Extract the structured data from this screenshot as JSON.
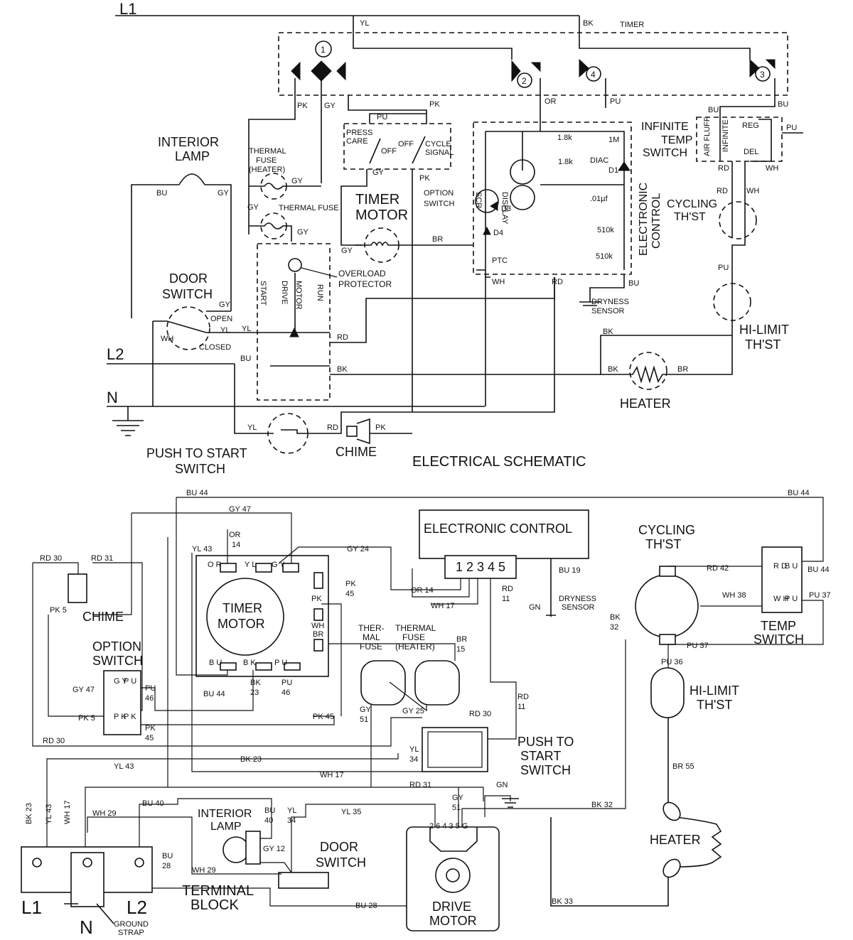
{
  "schematic": {
    "title": "ELECTRICAL SCHEMATIC",
    "lines": {
      "l1": "L1",
      "l2": "L2",
      "n": "N"
    },
    "timer": {
      "label": "TIMER",
      "contacts": [
        "1",
        "2",
        "4",
        "3"
      ]
    },
    "wire_labels": {
      "yl_top": "YL",
      "bk_top": "BK",
      "pk1": "PK",
      "gy1": "GY",
      "pk2": "PK",
      "or": "OR",
      "pu_t": "PU",
      "bu_t": "BU",
      "pu_opt": "PU",
      "gy_opt": "GY",
      "pk_opt": "PK",
      "gy_fuse": "GY",
      "gy_fuse2": "GY",
      "gy_lamp": "GY",
      "bu_lamp": "BU",
      "gy_tf": "GY",
      "gy_mot": "GY",
      "br_mot": "BR",
      "gy_door": "GY",
      "wh_door": "WH",
      "yl_door": "YL",
      "yl_start": "YL",
      "bu_l2": "BU",
      "rd_run": "RD",
      "bk_run": "BK",
      "yl_push": "YL",
      "rd_push": "RD",
      "pk_chime": "PK",
      "wh_ec": "WH",
      "rd_ec": "RD",
      "bu_ec": "BU",
      "bu_inf": "BU",
      "pu_inf": "PU",
      "rd_inf": "RD",
      "wh_inf": "WH",
      "rd_cyc": "RD",
      "wh_cyc": "WH",
      "pu_hl": "PU",
      "bk_h": "BK",
      "bk_h2": "BK",
      "br_h": "BR"
    },
    "option_switch": {
      "label1": "OPTION",
      "label2": "SWITCH",
      "press_care": "PRESS",
      "care": "CARE",
      "off1": "OFF",
      "off2": "OFF",
      "cycle": "CYCLE",
      "signal": "SIGNAL"
    },
    "interior_lamp": {
      "label1": "INTERIOR",
      "label2": "LAMP"
    },
    "thermal_fuse_heater": {
      "l1": "THERMAL",
      "l2": "FUSE",
      "l3": "(HEATER)"
    },
    "thermal_fuse": "THERMAL FUSE",
    "timer_motor": {
      "l1": "TIMER",
      "l2": "MOTOR"
    },
    "door_switch": {
      "l1": "DOOR",
      "l2": "SWITCH",
      "open": "OPEN",
      "closed": "CLOSED"
    },
    "drive_motor_letters": {
      "start": "START",
      "drive": "DRIVE",
      "motor": "MOTOR",
      "run": "RUN"
    },
    "overload": {
      "l1": "OVERLOAD",
      "l2": "PROTECTOR"
    },
    "push_to_start": {
      "l1": "PUSH TO START",
      "l2": "SWITCH"
    },
    "chime": "CHIME",
    "electronic_control": {
      "label1": "ELECTRONIC",
      "label2": "CONTROL",
      "scr": "SCR",
      "display": "DISPLAY",
      "d1": "D1",
      "d3": "D3",
      "d4": "D4",
      "diac": "DIAC",
      "r1": "1.8k",
      "r2": "1.8k",
      "r3": "1M",
      "cap": ".01µf",
      "r4": "510k",
      "r5": "510k",
      "ptc": "PTC"
    },
    "dryness_sensor": {
      "l1": "DRYNESS",
      "l2": "SENSOR"
    },
    "infinite_temp_switch": {
      "l1": "INFINITE",
      "l2": "TEMP",
      "l3": "SWITCH",
      "air_fluff": "AIR FLUFF",
      "infinite": "INFINITE",
      "reg": "REG",
      "del": "DEL"
    },
    "cycling_thst": {
      "l1": "CYCLING",
      "l2": "TH'ST"
    },
    "hi_limit": {
      "l1": "HI-LIMIT",
      "l2": "TH'ST"
    },
    "heater": "HEATER"
  },
  "wiring": {
    "electronic_control": {
      "label": "ELECTRONIC CONTROL",
      "pins": "1 2 3 4 5"
    },
    "dryness_sensor": {
      "l1": "DRYNESS",
      "l2": "SENSOR",
      "gn": "GN",
      "bu19": "BU 19"
    },
    "cycling_thst": {
      "l1": "CYCLING",
      "l2": "TH'ST"
    },
    "temp_switch": {
      "l1": "TEMP",
      "l2": "SWITCH"
    },
    "hi_limit": {
      "l1": "HI-LIMIT",
      "l2": "TH'ST"
    },
    "heater": "HEATER",
    "chime": "CHIME",
    "option_switch": {
      "l1": "OPTION",
      "l2": "SWITCH"
    },
    "timer_motor": {
      "l1": "TIMER",
      "l2": "MOTOR"
    },
    "thermal_fuse": {
      "l1": "THER-",
      "l2": "MAL",
      "l3": "FUSE"
    },
    "thermal_fuse_heater": {
      "l1": "THERMAL",
      "l2": "FUSE",
      "l3": "(HEATER)"
    },
    "push_to_start": {
      "l1": "PUSH TO",
      "l2": "START",
      "l3": "SWITCH"
    },
    "interior_lamp": {
      "l1": "INTERIOR",
      "l2": "LAMP"
    },
    "door_switch": {
      "l1": "DOOR",
      "l2": "SWITCH"
    },
    "terminal_block": {
      "l1": "TERMINAL",
      "l2": "BLOCK",
      "t_l1": "L1",
      "t_n": "N",
      "t_l2": "L2",
      "ground": "GROUND",
      "strap": "STRAP"
    },
    "drive_motor": {
      "l1": "DRIVE",
      "l2": "MOTOR",
      "pins": "2 6  4 3   5 G"
    },
    "wire_labels": {
      "bu44a": "BU 44",
      "gy47a": "GY 47",
      "or14a": "OR",
      "or14b": "14",
      "yl43a": "YL 43",
      "gy24": "GY 24",
      "bu44b": "BU 44",
      "rd30a": "RD 30",
      "rd31a": "RD 31",
      "pk5a": "PK 5",
      "or14c": "OR 14",
      "wh17a": "WH 17",
      "rd11a": "RD",
      "rd11b": "11",
      "pk45a": "PK",
      "pk45b": "45",
      "br15a": "BR",
      "br15b": "15",
      "rd42": "RD 42",
      "wh38": "WH 38",
      "pu37a": "PU 37",
      "bu44c": "BU 44",
      "bk32a": "BK",
      "bk32b": "32",
      "pu37b": "PU 37",
      "pu36": "PU 36",
      "gy47b": "GY 47",
      "pu46a": "PU",
      "pu46b": "46",
      "bu44d": "BU 44",
      "bk23a": "BK",
      "bk23b": "23",
      "pu46c": "PU",
      "pu46d": "46",
      "pk5b": "PK 5",
      "pk45c": "PK",
      "pk45d": "45",
      "pk45e": "PK 45",
      "gy51a": "GY",
      "gy51b": "51",
      "gy25": "GY 25",
      "rd11c": "RD",
      "rd11d": "11",
      "rd30b": "RD 30",
      "rd30c": "RD 30",
      "yl34a": "YL",
      "yl34b": "34",
      "bk23c": "BK 23",
      "yl43b": "YL 43",
      "wh17b": "WH 17",
      "rd31b": "RD 31",
      "gn": "GN",
      "gy51c": "GY",
      "gy51d": "51",
      "bk32c": "BK 32",
      "br55": "BR 55",
      "bk23d": "BK 23",
      "yl43c": "YL 43",
      "wh17c": "WH 17",
      "wh29a": "WH 29",
      "bu40a": "BU 40",
      "bu40b": "BU",
      "bu40c": "40",
      "yl34c": "YL",
      "yl34d": "34",
      "yl35": "YL 35",
      "bu28a": "BU",
      "bu28b": "28",
      "gy12": "GY 12",
      "wh29b": "WH 29",
      "bu28c": "BU 28",
      "bk33": "BK 33"
    },
    "timer_pins": {
      "or": "O R",
      "yl": "Y L",
      "gy": "G Y",
      "pk": "PK",
      "wh": "WH",
      "br": "BR",
      "bu": "B U",
      "bk": "B K",
      "pu": "P U"
    },
    "option_pins": {
      "gy": "G Y",
      "pu": "P U",
      "pk1": "P K",
      "pk2": "P K"
    },
    "temp_pins": {
      "rd": "R D",
      "bu": "B U",
      "wh": "W H",
      "pu": "P U"
    }
  }
}
